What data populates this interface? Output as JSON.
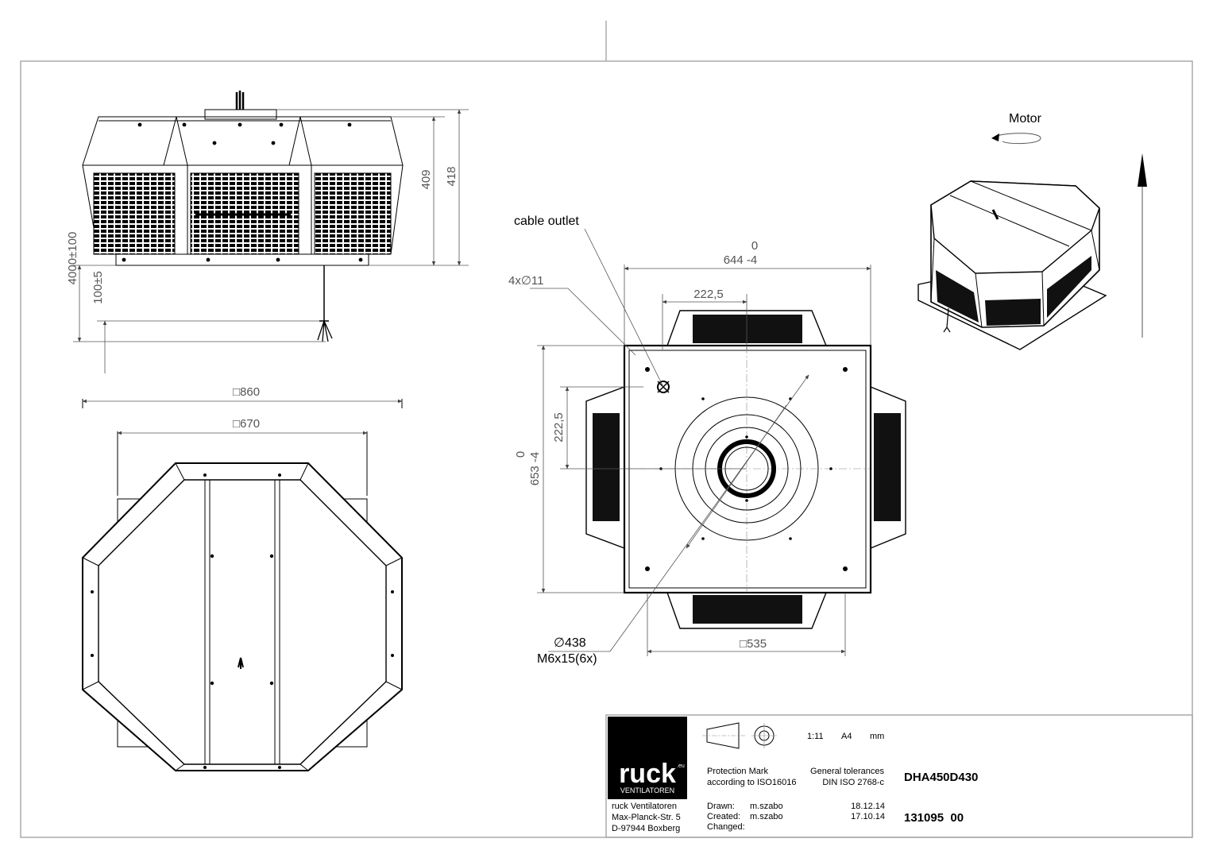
{
  "drawing": {
    "side_view": {
      "dim_height_inner": "409",
      "dim_height_outer": "418",
      "dim_cable_length": "4000±100",
      "dim_cable_end": "100±5"
    },
    "top_view": {
      "dim_outer": "□860",
      "dim_inner": "□670"
    },
    "base_view": {
      "cable_outlet_label": "cable outlet",
      "holes_label": "4x∅11",
      "dim_width_top": "0",
      "dim_width": "644 -4",
      "dim_hole_offset_x": "222,5",
      "dim_hole_offset_y": "222,5",
      "dim_height_top": "0",
      "dim_height": "653 -4",
      "dim_circle": "∅438",
      "dim_screws": "M6x15(6x)",
      "dim_bottom": "□535"
    },
    "iso_view": {
      "motor_label": "Motor"
    }
  },
  "title_block": {
    "logo_text": "ruck",
    "logo_superscript": ".eu",
    "logo_subtext": "VENTILATOREN",
    "scale": "1:11",
    "paper": "A4",
    "units": "mm",
    "protection_line1": "Protection Mark",
    "protection_line2": "according to ISO16016",
    "tolerance_line1": "General tolerances",
    "tolerance_line2": "DIN ISO 2768-c",
    "product": "DHA450D430",
    "address_line1": "ruck Ventilatoren",
    "address_line2": "Max-Planck-Str. 5",
    "address_line3": "D-97944 Boxberg",
    "drawn_label": "Drawn:",
    "drawn_by": "m.szabo",
    "drawn_date": "18.12.14",
    "created_label": "Created:",
    "created_by": "m.szabo",
    "created_date": "17.10.14",
    "changed_label": "Changed:",
    "drawing_number": "131095  00"
  }
}
